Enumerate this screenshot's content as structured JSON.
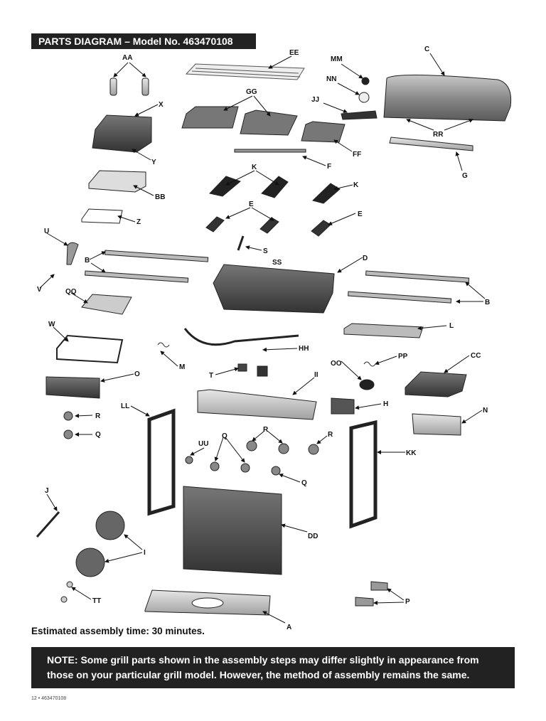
{
  "header": {
    "title": "PARTS DIAGRAM – Model No. 463470108"
  },
  "labels": {
    "AA": "AA",
    "EE": "EE",
    "MM": "MM",
    "C": "C",
    "NN": "NN",
    "GG": "GG",
    "JJ": "JJ",
    "X": "X",
    "RR": "RR",
    "FF": "FF",
    "Y": "Y",
    "F": "F",
    "G": "G",
    "K": "K",
    "BB": "BB",
    "E": "E",
    "Z": "Z",
    "U": "U",
    "S": "S",
    "B": "B",
    "SS": "SS",
    "D": "D",
    "V": "V",
    "QQ": "QQ",
    "W": "W",
    "L": "L",
    "M": "M",
    "HH": "HH",
    "OO": "OO",
    "PP": "PP",
    "CC": "CC",
    "T": "T",
    "O": "O",
    "II": "II",
    "H": "H",
    "LL": "LL",
    "N": "N",
    "R": "R",
    "Q": "Q",
    "UU": "UU",
    "KK": "KK",
    "J": "J",
    "DD": "DD",
    "I": "I",
    "TT": "TT",
    "P": "P",
    "A": "A"
  },
  "assembly_time": "Estimated assembly time:  30 minutes.",
  "note": {
    "line1": "NOTE:  Some grill parts shown in the assembly steps may differ slightly in appearance from",
    "line2": "those on your particular grill model. However, the method of assembly remains the same."
  },
  "footer": "12  •  463470108"
}
